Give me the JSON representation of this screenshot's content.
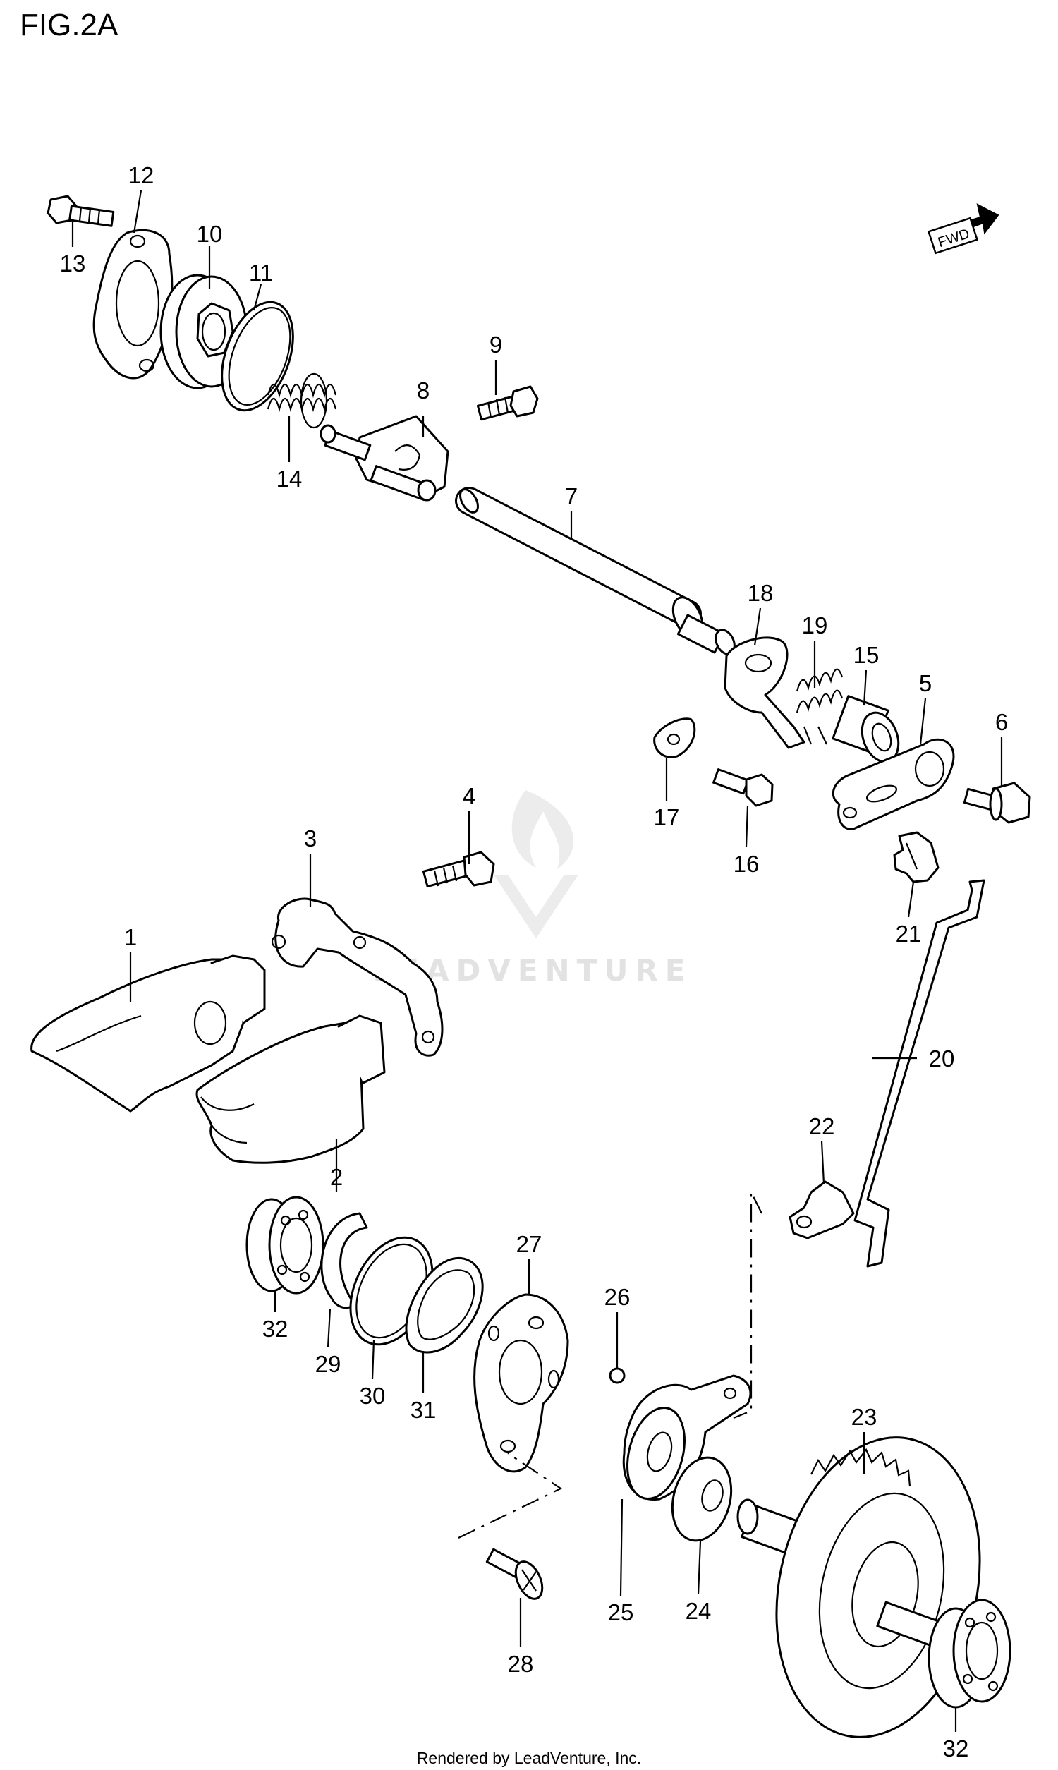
{
  "figure": {
    "title": "FIG.2A"
  },
  "direction_badge": {
    "label": "FWD"
  },
  "watermark": {
    "text": "LEADVENTURE"
  },
  "credit": {
    "text": "Rendered by LeadVenture, Inc."
  },
  "callouts": [
    "1",
    "2",
    "3",
    "4",
    "5",
    "6",
    "7",
    "8",
    "9",
    "10",
    "11",
    "12",
    "13",
    "14",
    "15",
    "16",
    "17",
    "18",
    "19",
    "20",
    "21",
    "22",
    "23",
    "24",
    "25",
    "26",
    "27",
    "28",
    "29",
    "30",
    "31",
    "32",
    "32"
  ],
  "colors": {
    "ink": "#000000",
    "paper": "#ffffff",
    "watermark": "#e2e2e2"
  }
}
